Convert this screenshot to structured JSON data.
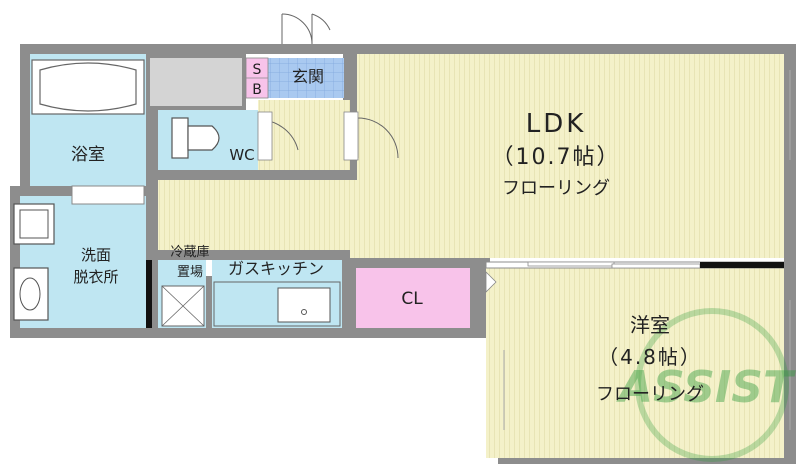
{
  "rooms": {
    "ldk": {
      "name": "LDK",
      "size": "（10.7帖）",
      "floor": "フローリング"
    },
    "western": {
      "name": "洋室",
      "size": "（4.8帖）",
      "floor": "フローリング"
    },
    "bath": {
      "name": "浴室"
    },
    "wash": {
      "line1": "洗面",
      "line2": "脱衣所"
    },
    "wc": {
      "name": "WC"
    },
    "entrance": {
      "name": "玄関"
    },
    "shoebox": {
      "line1": "S",
      "line2": "B"
    },
    "fridge": {
      "line1": "冷蔵庫",
      "line2": "置場"
    },
    "kitchen": {
      "name": "ガスキッチン"
    },
    "closet": {
      "name": "CL"
    }
  },
  "watermark": "ASSIST",
  "colors": {
    "floor": "#f4f1c9",
    "wet": "#bfe6f2",
    "closet": "#f8c3ea",
    "entrance": "#9ec2ee",
    "wall": "#8d8d8d",
    "watermark": "#2f9a3a"
  }
}
